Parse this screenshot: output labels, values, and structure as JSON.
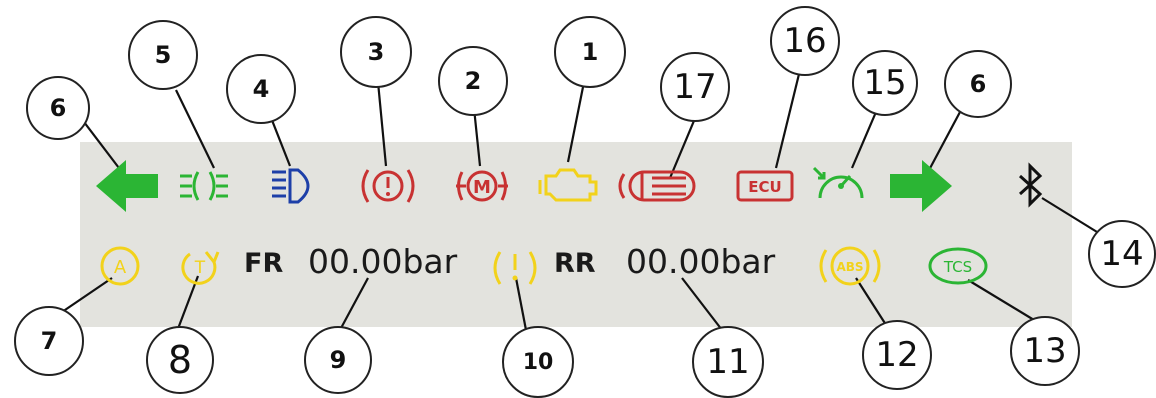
{
  "callouts": {
    "c1": "1",
    "c2": "2",
    "c3": "3",
    "c4": "4",
    "c5": "5",
    "c6a": "6",
    "c6b": "6",
    "c7": "7",
    "c8": "8",
    "c9": "9",
    "c10": "10",
    "c11": "11",
    "c12": "12",
    "c13": "13",
    "c14": "14",
    "c15": "15",
    "c16": "16",
    "c17": "17"
  },
  "readouts": {
    "front_label": "FR",
    "front_value": "00.00bar",
    "rear_label": "RR",
    "rear_value": "00.00bar"
  },
  "icons": {
    "auto_hold_letter": "A",
    "traction_letter": "T",
    "ecu_text": "ECU",
    "abs_text": "ABS",
    "tcs_text": "TCS",
    "motor_letter": "M"
  },
  "colors": {
    "green": "#2bb534",
    "yellow": "#f2d21b",
    "red": "#c83232",
    "blue": "#1d3fa8",
    "panel": "#e3e3de"
  }
}
